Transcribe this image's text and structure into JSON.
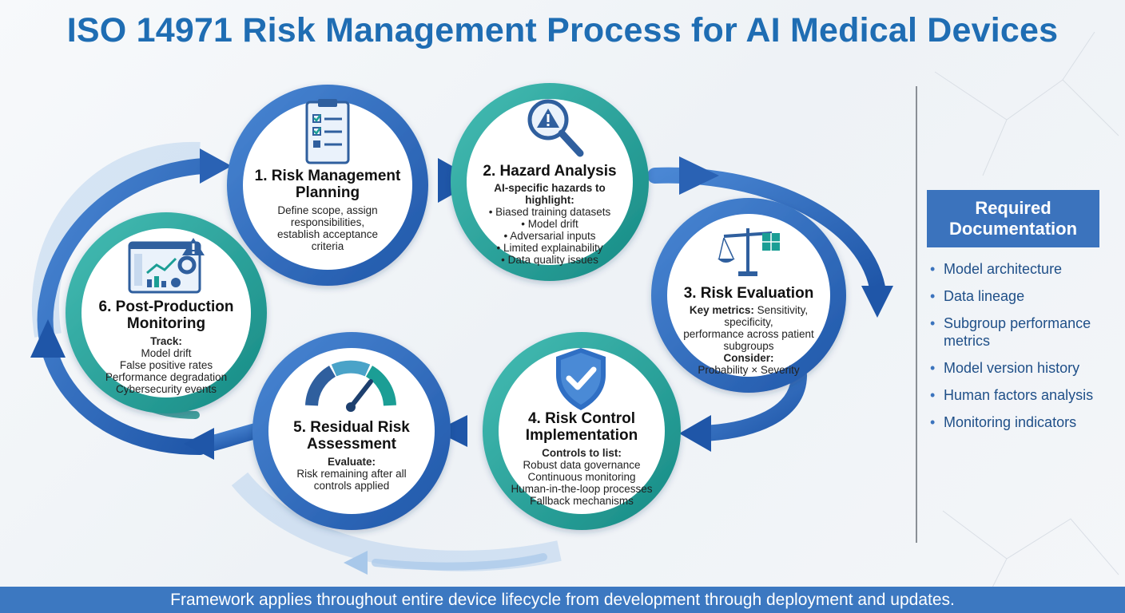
{
  "title": "ISO 14971 Risk Management Process for AI Medical Devices",
  "colors": {
    "blue": "#1f6db3",
    "teal": "#1b9e95",
    "ring_blue": "#2f62b4",
    "ring_teal": "#26a49c"
  },
  "steps": [
    {
      "title_lines": [
        "1. Risk Management",
        "Planning"
      ],
      "body_lines": [
        "Define scope, assign",
        "responsibilities,",
        "establish acceptance",
        "criteria"
      ],
      "icon": "clipboard-checklist-icon"
    },
    {
      "title_lines": [
        "2. Hazard Analysis"
      ],
      "subheading": "AI-specific hazards to highlight:",
      "items": [
        "• Biased training datasets",
        "• Model drift",
        "• Adversarial inputs",
        "• Limited explainability",
        "• Data quality issues"
      ],
      "icon": "magnifier-warning-icon"
    },
    {
      "title_lines": [
        "3. Risk Evaluation"
      ],
      "metrics_label": "Key metrics:",
      "metrics_lines": [
        " Sensitivity, specificity,",
        "performance across patient",
        "subgroups"
      ],
      "consider_label": "Consider:",
      "consider_text": "Probability × Severity",
      "icon": "scales-icon"
    },
    {
      "title_lines": [
        "4. Risk Control",
        "Implementation"
      ],
      "subheading": "Controls to list:",
      "items": [
        "Robust data governance",
        "Continuous monitoring",
        "Human-in-the-loop processes",
        "Fallback mechanisms"
      ],
      "icon": "shield-check-icon"
    },
    {
      "title_lines": [
        "5. Residual Risk",
        "Assessment"
      ],
      "subheading": "Evaluate:",
      "items": [
        "Risk remaining after all",
        "controls applied"
      ],
      "icon": "gauge-icon"
    },
    {
      "title_lines": [
        "6. Post-Production",
        "Monitoring"
      ],
      "subheading": "Track:",
      "items": [
        "Model drift",
        "False positive rates",
        "Performance degradation",
        "Cybersecurity events"
      ],
      "icon": "dashboard-alert-icon"
    }
  ],
  "documentation": {
    "header_lines": [
      "Required",
      "Documentation"
    ],
    "items": [
      "Model architecture",
      "Data lineage",
      "Subgroup performance metrics",
      "Model version history",
      "Human factors analysis",
      "Monitoring indicators"
    ]
  },
  "footer": "Framework applies throughout entire device lifecycle from development through deployment and updates."
}
